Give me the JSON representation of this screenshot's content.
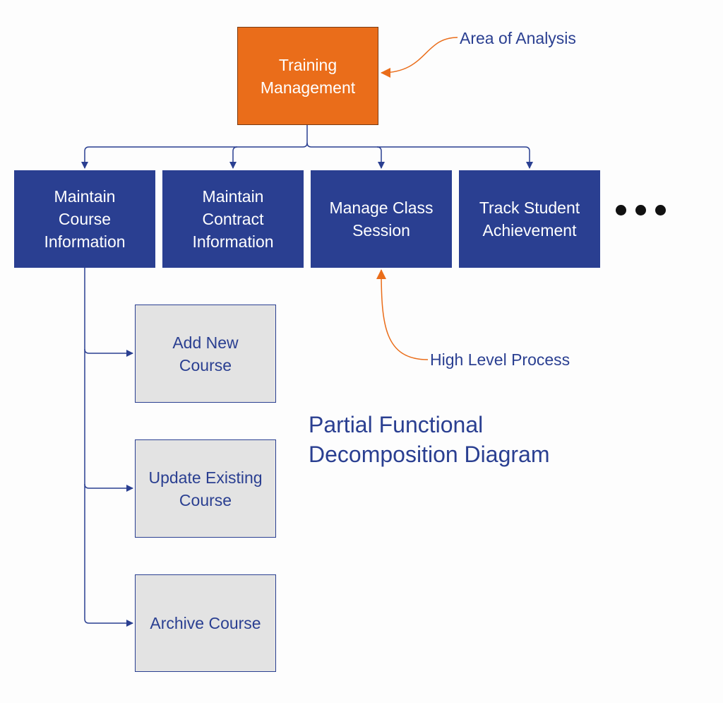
{
  "colors": {
    "root_fill": "#ea6d1a",
    "process_fill": "#2a3f91",
    "subprocess_fill": "#e3e3e3",
    "connector": "#2a3f91",
    "annotation_arrow": "#ea6d1a"
  },
  "root": {
    "label": "Training\nManagement"
  },
  "processes": [
    {
      "label": "Maintain\nCourse\nInformation"
    },
    {
      "label": "Maintain\nContract\nInformation"
    },
    {
      "label": "Manage Class\nSession"
    },
    {
      "label": "Track Student\nAchievement"
    }
  ],
  "subprocesses": [
    {
      "label": "Add New\nCourse"
    },
    {
      "label": "Update Existing\nCourse"
    },
    {
      "label": "Archive Course"
    }
  ],
  "annotations": {
    "area": "Area of Analysis",
    "high_level": "High Level Process"
  },
  "title": "Partial Functional\nDecomposition Diagram",
  "more_indicator": "ellipsis-dots"
}
